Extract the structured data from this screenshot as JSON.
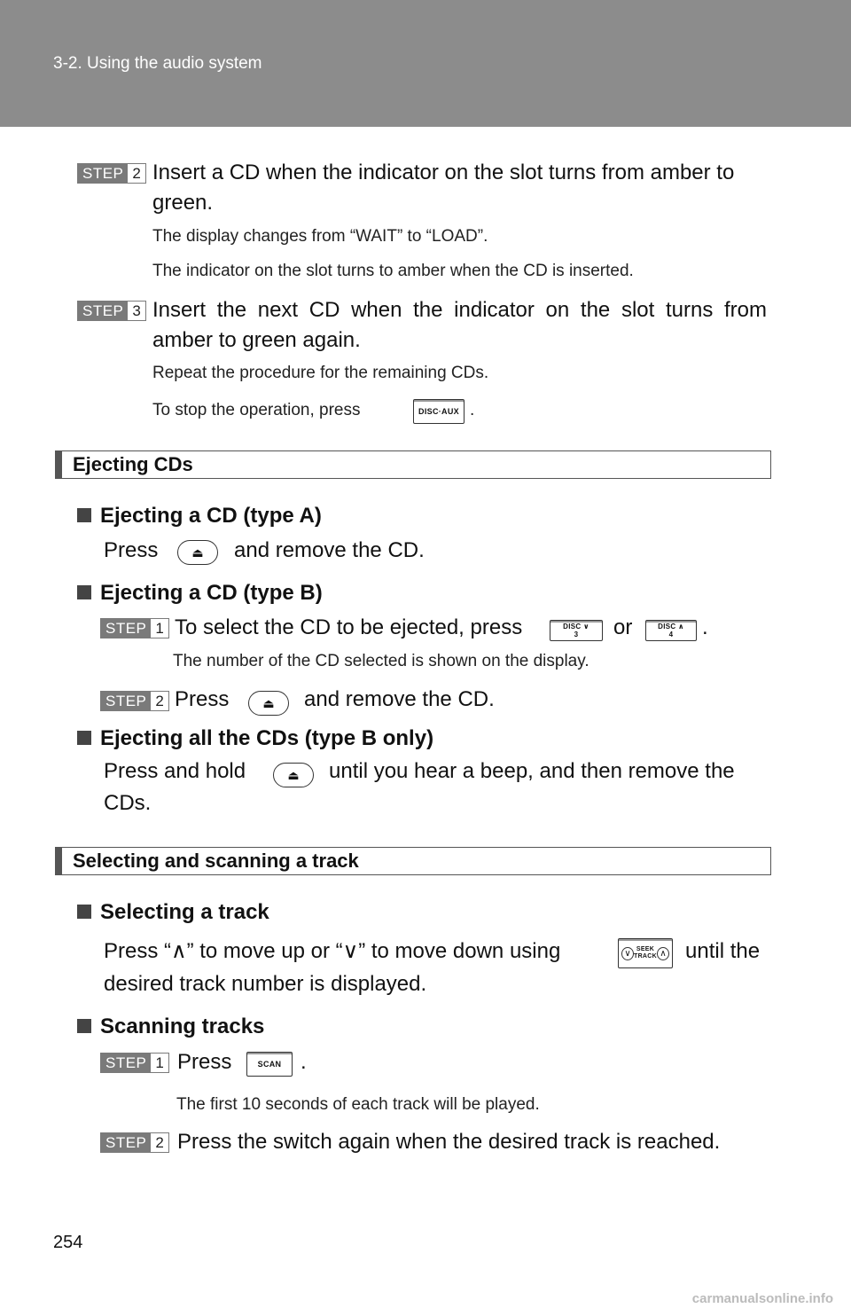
{
  "header": {
    "title": "3-2. Using the audio system"
  },
  "steps_top": {
    "s2_label": "STEP",
    "s2_num": "2",
    "s2_text1": "Insert a CD when the indicator on the slot turns from amber to",
    "s2_text2": "green.",
    "s2_note1": "The display changes from “WAIT” to “LOAD”.",
    "s2_note2": "The indicator on the slot turns to amber when the CD is inserted.",
    "s3_label": "STEP",
    "s3_num": "3",
    "s3_text1": "Insert the next CD when the indicator on the slot turns from",
    "s3_text2": "amber to green again.",
    "s3_note1": "Repeat the procedure for the remaining CDs.",
    "s3_note2a": "To stop the operation, press",
    "s3_note2b": ".",
    "disc_aux_label": "DISC·AUX"
  },
  "eject": {
    "title": "Ejecting CDs",
    "typeA_title": "Ejecting a CD (type A)",
    "typeA_pre": "Press",
    "typeA_post": "and remove the CD.",
    "typeB_title": "Ejecting a CD (type B)",
    "b1_label": "STEP",
    "b1_num": "1",
    "b1_pre": "To select the CD to be ejected, press",
    "b1_or": "or",
    "b1_post": ".",
    "disc_down_label": "DISC",
    "disc_down_num": "3",
    "disc_up_label": "DISC",
    "disc_up_num": "4",
    "b1_note": "The number of the CD selected is shown on the display.",
    "b2_label": "STEP",
    "b2_num": "2",
    "b2_pre": "Press",
    "b2_post": "and remove the CD.",
    "all_title": "Ejecting all the CDs (type B only)",
    "all_pre": "Press and hold",
    "all_post": "until you hear a beep, and then remove the",
    "all_line2": "CDs."
  },
  "select": {
    "title": "Selecting and scanning a track",
    "sel_title": "Selecting a track",
    "sel_line1a": "Press “∧” to move up or “∨” to move down using",
    "sel_line1b": "until the",
    "sel_line2": "desired track number is displayed.",
    "seek_label1": "SEEK",
    "seek_label2": "TRACK",
    "scan_title": "Scanning tracks",
    "sc1_label": "STEP",
    "sc1_num": "1",
    "sc1_pre": "Press",
    "sc1_post": ".",
    "scan_btn": "SCAN",
    "sc1_note": "The first 10 seconds of each track will be played.",
    "sc2_label": "STEP",
    "sc2_num": "2",
    "sc2_text": "Press the switch again when the desired track is reached."
  },
  "footer": {
    "page": "254",
    "watermark": "carmanualsonline.info"
  }
}
